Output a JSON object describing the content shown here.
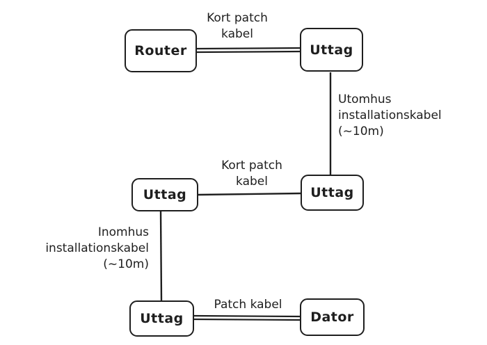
{
  "nodes": {
    "router": "Router",
    "outlet_top_right": "Uttag",
    "outlet_mid_right": "Uttag",
    "outlet_mid_left": "Uttag",
    "outlet_bottom_left": "Uttag",
    "computer": "Dator"
  },
  "edges": {
    "router_to_outlet": [
      "Kort patch",
      "kabel"
    ],
    "outdoor_cable": [
      "Utomhus",
      "installationskabel",
      "(~10m)"
    ],
    "mid_patch": [
      "Kort patch",
      "kabel"
    ],
    "indoor_cable": [
      "Inomhus",
      "installationskabel",
      "(~10m)"
    ],
    "patch_to_computer": [
      "Patch kabel"
    ]
  }
}
